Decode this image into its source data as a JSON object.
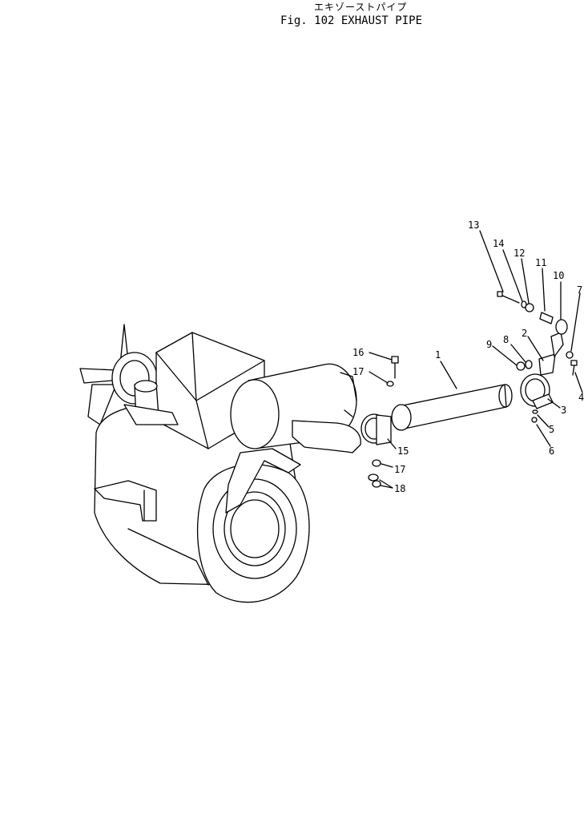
{
  "figure": {
    "title_jp": "エキゾーストパイプ",
    "title_en": "Fig. 102 EXHAUST PIPE"
  },
  "callouts": [
    {
      "id": "c1",
      "label": "1"
    },
    {
      "id": "c2",
      "label": "2"
    },
    {
      "id": "c3",
      "label": "3"
    },
    {
      "id": "c4",
      "label": "4"
    },
    {
      "id": "c5",
      "label": "5"
    },
    {
      "id": "c6",
      "label": "6"
    },
    {
      "id": "c7",
      "label": "7"
    },
    {
      "id": "c8",
      "label": "8"
    },
    {
      "id": "c9",
      "label": "9"
    },
    {
      "id": "c10",
      "label": "10"
    },
    {
      "id": "c11",
      "label": "11"
    },
    {
      "id": "c12",
      "label": "12"
    },
    {
      "id": "c13",
      "label": "13"
    },
    {
      "id": "c14",
      "label": "14"
    },
    {
      "id": "c15",
      "label": "15"
    },
    {
      "id": "c16",
      "label": "16"
    },
    {
      "id": "c17a",
      "label": "17"
    },
    {
      "id": "c17b",
      "label": "17"
    },
    {
      "id": "c18",
      "label": "18"
    }
  ]
}
